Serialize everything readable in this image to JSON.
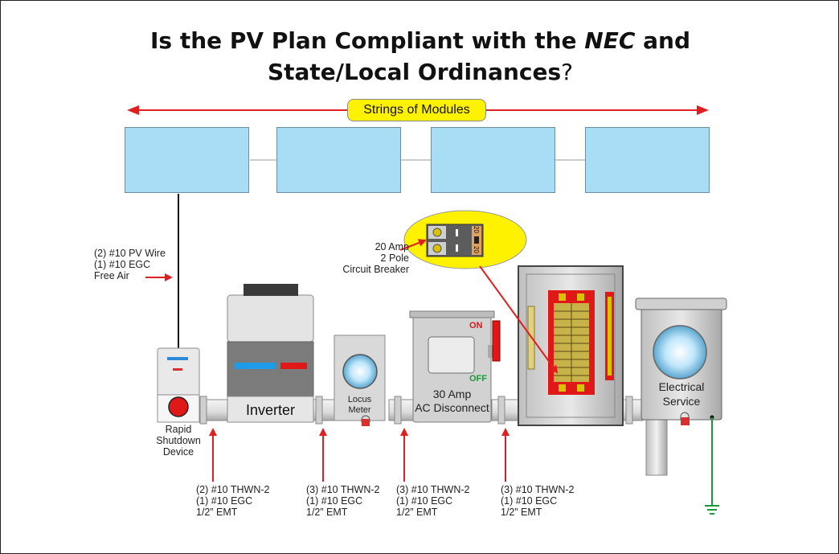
{
  "title": {
    "line1_pre": "Is the PV Plan Compliant with the ",
    "line1_em": "NEC",
    "line1_post": " and",
    "line2": "State/Local Ordinances",
    "line2_mark": "?"
  },
  "strings_label": "Strings of Modules",
  "pv_wire": [
    "(2) #10 PV Wire",
    "(1) #10 EGC",
    "Free Air"
  ],
  "breaker": {
    "label": [
      "20 Amp",
      "2 Pole",
      "Circuit Breaker"
    ],
    "rating_top": "20",
    "rating_bottom": "20"
  },
  "devices": {
    "rapid_shutdown": [
      "Rapid",
      "Shutdown",
      "Device"
    ],
    "inverter": "Inverter",
    "meter": [
      "Locus",
      "Meter"
    ],
    "disconnect": [
      "30 Amp",
      "AC Disconnect"
    ],
    "on": "ON",
    "off": "OFF",
    "service": [
      "Electrical",
      "Service"
    ]
  },
  "conductors": [
    [
      "(2) #10 THWN-2",
      "(1) #10 EGC",
      "1/2” EMT"
    ],
    [
      "(3) #10 THWN-2",
      "(1) #10 EGC",
      "1/2” EMT"
    ],
    [
      "(3) #10 THWN-2",
      "(1) #10 EGC",
      "1/2” EMT"
    ],
    [
      "(3) #10 THWN-2",
      "(1) #10 EGC",
      "1/2” EMT"
    ]
  ],
  "colors": {
    "arrow": "#e02020",
    "highlight": "#fff200",
    "module": "#a9dcf5",
    "ground": "#1a9a3a"
  }
}
